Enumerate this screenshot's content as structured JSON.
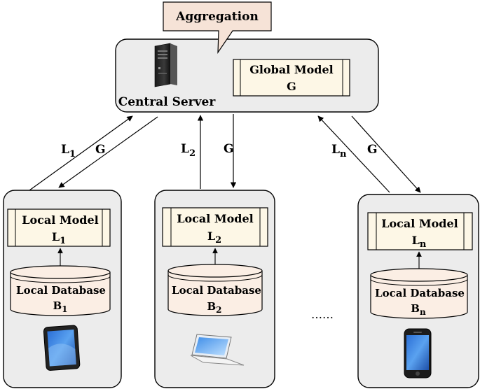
{
  "callout": {
    "label": "Aggregation"
  },
  "server": {
    "label": "Central Server"
  },
  "global_model": {
    "title": "Global Model",
    "symbol": "G"
  },
  "clients": [
    {
      "model_title": "Local Model",
      "model_symbol": "L",
      "model_sub": "1",
      "db_title": "Local Database",
      "db_symbol": "B",
      "db_sub": "1",
      "device_icon": "tablet-icon",
      "up_label": "L",
      "up_sub": "1",
      "down_label": "G"
    },
    {
      "model_title": "Local Model",
      "model_symbol": "L",
      "model_sub": "2",
      "db_title": "Local Database",
      "db_symbol": "B",
      "db_sub": "2",
      "device_icon": "laptop-icon",
      "up_label": "L",
      "up_sub": "2",
      "down_label": "G"
    },
    {
      "model_title": "Local Model",
      "model_symbol": "L",
      "model_sub": "n",
      "db_title": "Local Database",
      "db_symbol": "B",
      "db_sub": "n",
      "device_icon": "smartphone-icon",
      "up_label": "L",
      "up_sub": "n",
      "down_label": "G"
    }
  ],
  "ellipsis": "……",
  "colors": {
    "panel_fill": "#ececec",
    "box_fill": "#fdf7e6",
    "callout_fill": "#f6e3d7",
    "db_fill": "#fbeee4",
    "stroke": "#000000"
  }
}
